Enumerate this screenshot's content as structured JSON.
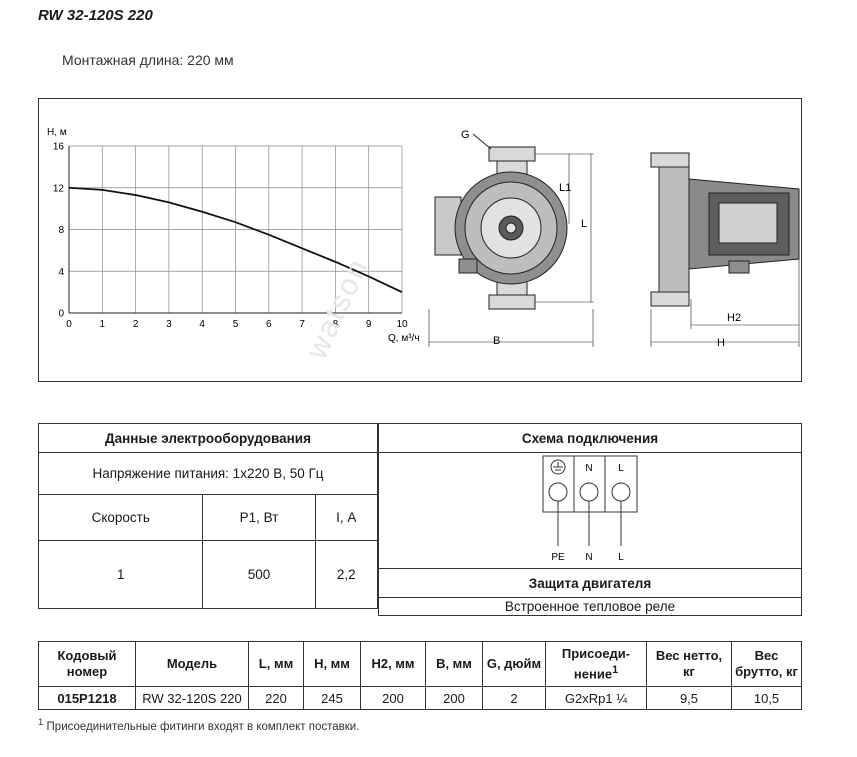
{
  "title": "RW 32-120S 220",
  "subtitle": "Монтажная длина: 220 мм",
  "watermark": "watson",
  "chart_data": {
    "type": "line",
    "xlabel": "Q, м³/ч",
    "ylabel": "H, м",
    "xlim": [
      0,
      10
    ],
    "ylim": [
      0,
      16
    ],
    "x_ticks": [
      "0",
      "1",
      "2",
      "3",
      "4",
      "5",
      "6",
      "7",
      "8",
      "9",
      "10"
    ],
    "y_ticks": [
      "0",
      "4",
      "8",
      "12",
      "16"
    ],
    "grid": true,
    "series": [
      {
        "x": [
          0,
          1,
          2,
          3,
          4,
          5,
          6,
          7,
          8,
          9,
          10
        ],
        "values": [
          12,
          11.8,
          11.3,
          10.6,
          9.7,
          8.7,
          7.5,
          6.2,
          4.9,
          3.5,
          2.0
        ]
      }
    ]
  },
  "drawing": {
    "front_labels": {
      "g": "G",
      "l1": "L1",
      "l": "L",
      "b": "B"
    },
    "side_labels": {
      "h2": "H2",
      "h": "H"
    }
  },
  "electrical": {
    "header": "Данные электрооборудования",
    "voltage": "Напряжение питания: 1x220 В, 50 Гц",
    "columns": [
      "Скорость",
      "P1, Вт",
      "I, А"
    ],
    "row": [
      "1",
      "500",
      "2,2"
    ]
  },
  "scheme": {
    "header": "Схема подключения",
    "terminals_top": [
      "",
      "N",
      "L"
    ],
    "terminals_bottom": [
      "PE",
      "N",
      "L"
    ],
    "protection_header": "Защита двигателя",
    "protection_value": "Встроенное тепловое реле"
  },
  "models": {
    "headers": [
      "Кодовый номер",
      "Модель",
      "L, мм",
      "H, мм",
      "H2, мм",
      "B, мм",
      "G, дюйм",
      "Присоеди-нение",
      "Вес нетто, кг",
      "Вес брутто, кг"
    ],
    "connection_sup": "1",
    "row": [
      "015P1218",
      "RW 32-120S 220",
      "220",
      "245",
      "200",
      "200",
      "2",
      "G2xRp1 ¼",
      "9,5",
      "10,5"
    ]
  },
  "footnote_mark": "1",
  "footnote": "Присоединительные фитинги входят в комплект поставки."
}
